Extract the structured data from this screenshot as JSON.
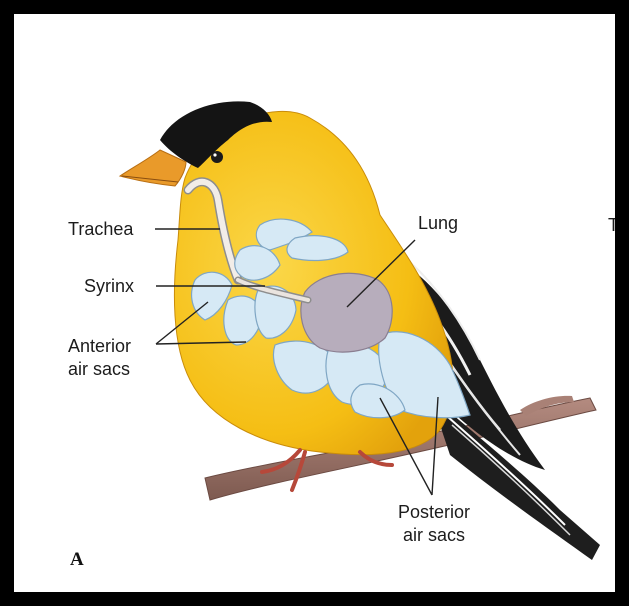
{
  "figure_letter": "A",
  "cut_off_letter": "T",
  "labels": {
    "trachea": "Trachea",
    "syrinx": "Syrinx",
    "anterior_line1": "Anterior",
    "anterior_line2": "air sacs",
    "lung": "Lung",
    "posterior_line1": "Posterior",
    "posterior_line2": "air sacs"
  },
  "colors": {
    "body_yellow": "#f7c31f",
    "cap_black": "#141414",
    "beak_orange": "#e99a2a",
    "air_sac_blue": "#d6e9f5",
    "lung_gray": "#b7adbc",
    "branch_brown": "#9b7266"
  }
}
